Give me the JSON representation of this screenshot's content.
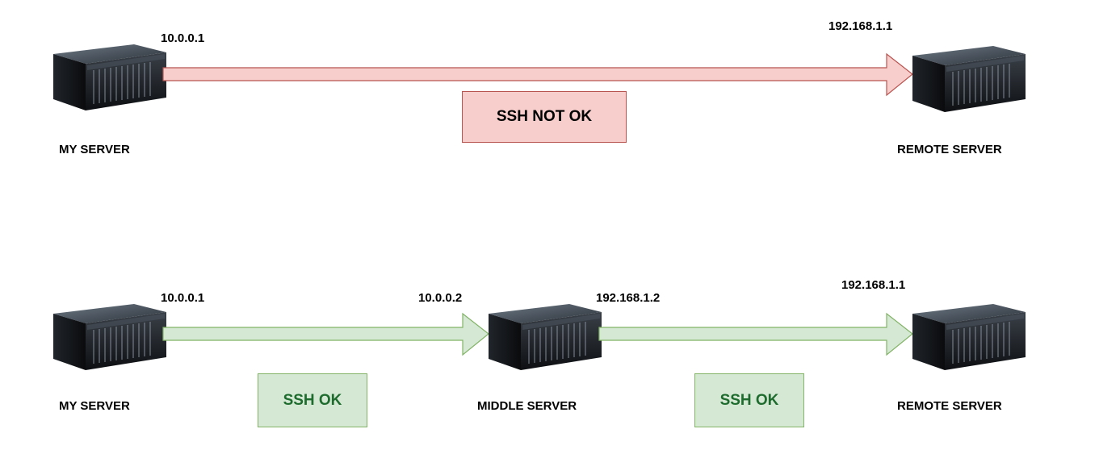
{
  "colors": {
    "fail_fill": "#f8cecc",
    "fail_stroke": "#b85450",
    "ok_fill": "#d5e8d4",
    "ok_stroke": "#82b366",
    "ok_text": "#1e6b2e"
  },
  "top_row": {
    "source": {
      "label": "MY SERVER",
      "ip": "10.0.0.1",
      "icon": "server-icon"
    },
    "target": {
      "label": "REMOTE SERVER",
      "ip": "192.168.1.1",
      "icon": "server-icon"
    },
    "connection": {
      "status": "SSH NOT OK"
    }
  },
  "bottom_row": {
    "source": {
      "label": "MY SERVER",
      "ip": "10.0.0.1",
      "icon": "server-icon"
    },
    "middle": {
      "label": "MIDDLE SERVER",
      "ip_in": "10.0.0.2",
      "ip_out": "192.168.1.2",
      "icon": "server-icon"
    },
    "target": {
      "label": "REMOTE SERVER",
      "ip": "192.168.1.1",
      "icon": "server-icon"
    },
    "connection_1": {
      "status": "SSH OK"
    },
    "connection_2": {
      "status": "SSH OK"
    }
  }
}
